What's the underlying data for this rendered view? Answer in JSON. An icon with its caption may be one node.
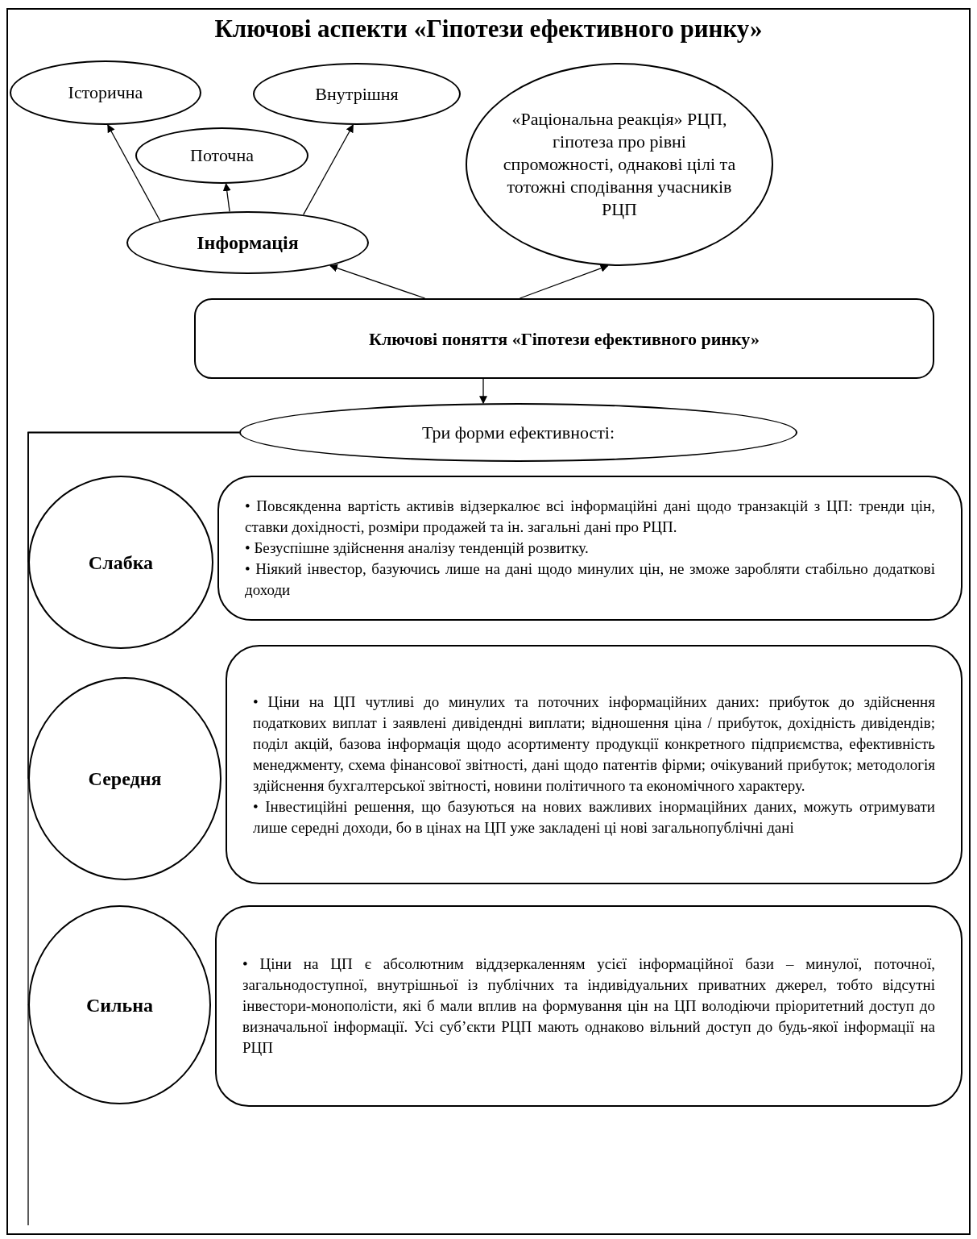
{
  "diagram": {
    "title": "Ключові аспекти «Гіпотези ефективного ринку»",
    "nodes": [
      {
        "text": [
          "Історична"
        ]
      },
      {
        "text": [
          "Поточна"
        ]
      },
      {
        "text": [
          "Внутрішня"
        ]
      },
      {
        "text": [
          "«Раціональна реакція» РЦП, гіпотеза про рівні спроможності, однакові цілі та тотожні сподівання учасників РЦП"
        ]
      },
      {
        "text": [
          "Інформація"
        ]
      },
      {
        "text": [
          "Ключові поняття «Гіпотези ефективного ринку»"
        ]
      },
      {
        "text": [
          "Три форми ефективності:"
        ]
      },
      {
        "text": [
          "Слабка"
        ]
      },
      {
        "text": [
          "• Повсякденна вартість активів відзеркалює всі інформаційні дані щодо транзакцій з ЦП: тренди цін, ставки дохідності, розміри продажей та ін. загальні дані про РЦП.",
          "• Безуспішне здійснення аналізу тенденцій розвитку.",
          "• Ніякий інвестор, базуючись лише на дані щодо минулих цін, не зможе заробляти стабільно додаткові доходи"
        ]
      },
      {
        "text": [
          "Середня"
        ]
      },
      {
        "text": [
          "• Ціни на ЦП чутливі до минулих та поточних інформаційних даних: прибуток до здійснення податкових виплат і заявлені дивідендні виплати; відношення ціна / прибуток, дохідність дивідендів; поділ акцій, базова інформація щодо асортименту продукції конкретного підприємства, ефективність менеджменту, схема фінансової звітності, дані щодо патентів фірми; очікуваний прибуток; методологія здійснення бухгалтерської звітності, новини політичного та економічного характеру.",
          "• Інвестиційні решення, що базуються на нових важливих інормаційних даних, можуть отримувати лише середні доходи, бо в цінах на ЦП уже закладені ці нові загальнопублічні дані"
        ]
      },
      {
        "text": [
          "Сильна"
        ]
      },
      {
        "text": [
          "• Ціни на ЦП є абсолютним віддзеркаленням усієї інформаційної бази – минулої, поточної, загальнодоступної, внутрішньої із публічних та індивідуальних приватних джерел, тобто відсутні інвестори-монополісти, які б мали вплив на формування цін на ЦП володіючи пріоритетний доступ до визначальної інформації. Усі суб’єкти РЦП мають однаково вільний доступ до будь-якої інформації на РЦП"
        ]
      }
    ],
    "edges": [
      {
        "from": 4,
        "to": 0,
        "arrow": "to"
      },
      {
        "from": 4,
        "to": 1,
        "arrow": "to"
      },
      {
        "from": 4,
        "to": 2,
        "arrow": "to"
      },
      {
        "from": 5,
        "to": 4,
        "arrow": "to"
      },
      {
        "from": 5,
        "to": 3,
        "arrow": "to"
      },
      {
        "from": 5,
        "to": 6,
        "arrow": "to"
      },
      {
        "from": 6,
        "to": 7,
        "arrow": "none"
      },
      {
        "from": 6,
        "to": 9,
        "arrow": "none"
      },
      {
        "from": 6,
        "to": 11,
        "arrow": "none"
      }
    ]
  }
}
